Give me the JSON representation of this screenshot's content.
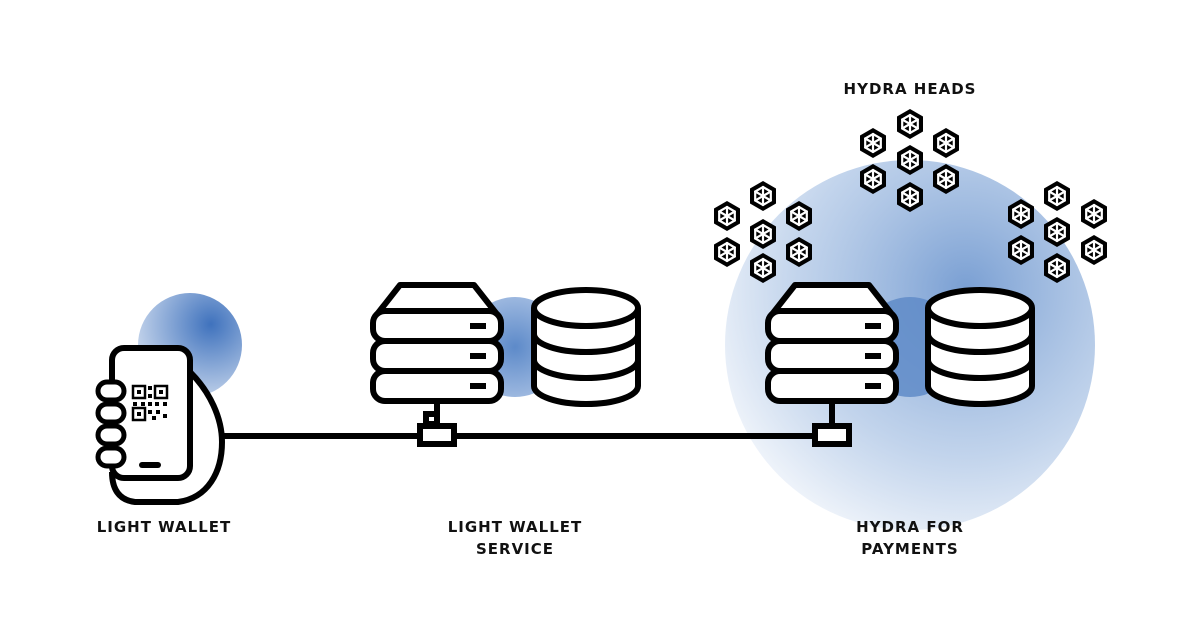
{
  "labels": {
    "light_wallet": "LIGHT WALLET",
    "service_line1": "LIGHT WALLET",
    "service_line2": "SERVICE",
    "hydra_heads": "HYDRA HEADS",
    "hydra_payments_line1": "HYDRA FOR",
    "hydra_payments_line2": "PAYMENTS"
  },
  "colors": {
    "accent_blue": "#4d7fc4",
    "stroke": "#000000",
    "background": "#ffffff"
  },
  "icons": {
    "phone": "phone-hand-icon",
    "qr": "qr-code-icon",
    "server": "server-icon",
    "database": "database-icon",
    "hydra_head": "hydra-head-icon"
  },
  "hydra_head_groups": [
    {
      "name": "left-cluster",
      "count": 7
    },
    {
      "name": "center-cluster",
      "count": 7
    },
    {
      "name": "right-cluster",
      "count": 7
    }
  ]
}
